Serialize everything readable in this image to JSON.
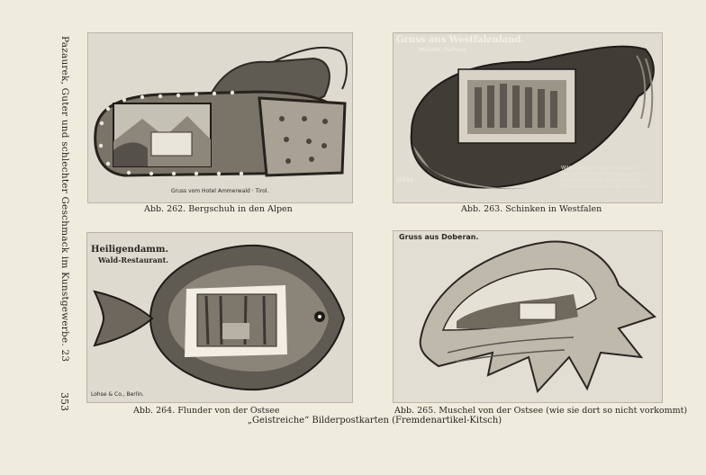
{
  "running_head": "Pazaurek, Guter und schlechter Geschmack im Kunstgewerbe. 23",
  "page_number": "353",
  "figures": [
    {
      "caption": "Abb. 262.  Bergschuh in den Alpen",
      "card_text": "Gruss vom Hotel Ammerwald · Tirol."
    },
    {
      "caption": "Abb. 263.  Schinken in Westfalen",
      "card_title": "Gruss aus Westfalenland.",
      "card_subtitle": "Münster, Rathaus",
      "card_number": "10152",
      "card_verse": [
        "Willkommen im Westfalenland",
        "Wo Dir die holden Kleinen winken,",
        "Wo Du von treuer Mädchenhand",
        "Erhältst den besten aller Schinken!"
      ]
    },
    {
      "caption": "Abb. 264.  Flunder von der Ostsee",
      "card_title": "Heiligendamm.",
      "card_subtitle": "Wald-Restaurant.",
      "card_publisher": "Lohse & Co., Berlin."
    },
    {
      "caption": "Abb. 265.  Muschel von der Ostsee (wie sie dort so nicht vorkommt)",
      "card_title": "Gruss aus Doberan."
    }
  ],
  "main_caption": "„Geistreiche“ Bilderpostkarten (Fremdenartikel-Kitsch)"
}
